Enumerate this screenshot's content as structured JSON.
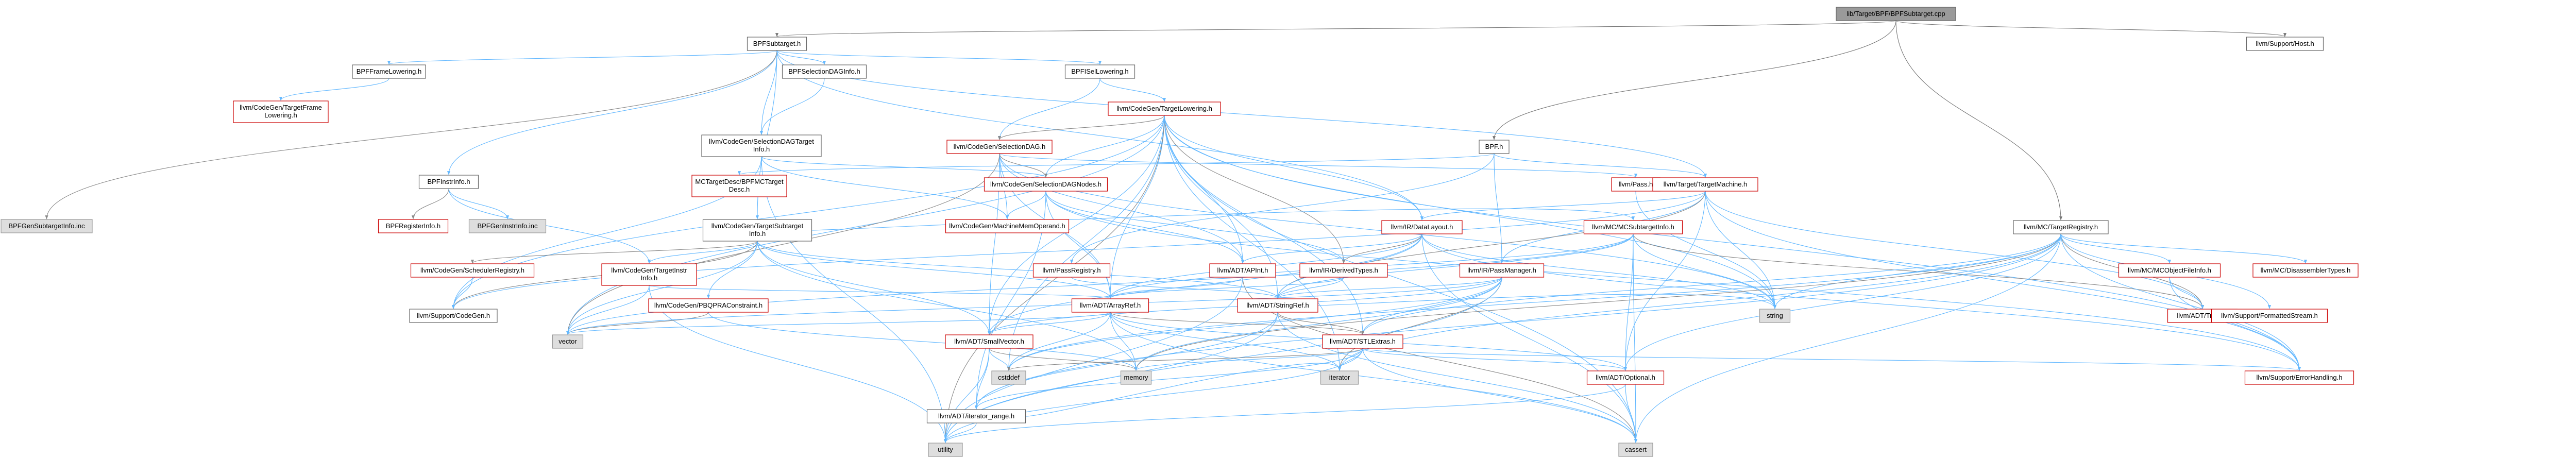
{
  "colors": {
    "root_fill": "#9a9a9a",
    "root_stroke": "#666666",
    "normal_fill": "#ffffff",
    "normal_stroke": "#666666",
    "red_stroke": "#cc0000",
    "gray_fill": "#dedede",
    "gray_stroke": "#999999",
    "edge": "#63b8ff",
    "edge_alt": "#8a8a8a",
    "edge_root": "#777777"
  },
  "nodes": [
    {
      "id": "root",
      "label": "lib/Target/BPF/BPFSubtarget.cpp",
      "style": "root"
    },
    {
      "id": "bpfsubtarget_h",
      "label": "BPFSubtarget.h",
      "style": "normal"
    },
    {
      "id": "bpf_h",
      "label": "BPF.h",
      "style": "normal"
    },
    {
      "id": "host_h",
      "label": "llvm/Support/Host.h",
      "style": "normal"
    },
    {
      "id": "framelowering",
      "label": "BPFFrameLowering.h",
      "style": "normal"
    },
    {
      "id": "seldaginfo",
      "label": "BPFSelectionDAGInfo.h",
      "style": "normal"
    },
    {
      "id": "isellowering",
      "label": "BPFISelLowering.h",
      "style": "normal"
    },
    {
      "id": "cg_tfl",
      "label": "llvm/CodeGen/TargetFrame\nLowering.h",
      "style": "red"
    },
    {
      "id": "cg_tli",
      "label": "llvm/CodeGen/TargetLowering.h",
      "style": "red"
    },
    {
      "id": "cg_seldagti",
      "label": "llvm/CodeGen/SelectionDAGTarget\nInfo.h",
      "style": "normal"
    },
    {
      "id": "cg_seldag",
      "label": "llvm/CodeGen/SelectionDAG.h",
      "style": "red"
    },
    {
      "id": "instrinfo",
      "label": "BPFInstrInfo.h",
      "style": "normal"
    },
    {
      "id": "mc_desc",
      "label": "MCTargetDesc/BPFMCTarget\nDesc.h",
      "style": "red"
    },
    {
      "id": "cg_seldagnodes",
      "label": "llvm/CodeGen/SelectionDAGNodes.h",
      "style": "red"
    },
    {
      "id": "cg_tsi",
      "label": "llvm/CodeGen/TargetSubtarget\nInfo.h",
      "style": "normal"
    },
    {
      "id": "regsinfo",
      "label": "BPFRegisterInfo.h",
      "style": "red"
    },
    {
      "id": "geninstrinfo",
      "label": "BPFGenInstrInfo.inc",
      "style": "gray"
    },
    {
      "id": "gensubtargetinfo",
      "label": "BPFGenSubtargetInfo.inc",
      "style": "gray"
    },
    {
      "id": "cg_mo",
      "label": "llvm/CodeGen/MachineMemOperand.h",
      "style": "red"
    },
    {
      "id": "cg_sched",
      "label": "llvm/CodeGen/SchedulerRegistry.h",
      "style": "red"
    },
    {
      "id": "cg_tii",
      "label": "llvm/CodeGen/TargetInstr\nInfo.h",
      "style": "red"
    },
    {
      "id": "cg_pbqp",
      "label": "llvm/CodeGen/PBQPRAConstraint.h",
      "style": "red"
    },
    {
      "id": "sup_codegen",
      "label": "llvm/Support/CodeGen.h",
      "style": "normal"
    },
    {
      "id": "pass_h",
      "label": "llvm/Pass.h",
      "style": "red"
    },
    {
      "id": "tm_h",
      "label": "llvm/Target/TargetMachine.h",
      "style": "red"
    },
    {
      "id": "ir_dl",
      "label": "llvm/IR/DataLayout.h",
      "style": "red"
    },
    {
      "id": "pass_reg",
      "label": "llvm/PassRegistry.h",
      "style": "red"
    },
    {
      "id": "adt_apint",
      "label": "llvm/ADT/APInt.h",
      "style": "red"
    },
    {
      "id": "ir_derived",
      "label": "llvm/IR/DerivedTypes.h",
      "style": "red"
    },
    {
      "id": "ir_pm",
      "label": "llvm/IR/PassManager.h",
      "style": "red"
    },
    {
      "id": "mc_sti",
      "label": "llvm/MC/MCSubtargetInfo.h",
      "style": "red"
    },
    {
      "id": "mc_treg",
      "label": "llvm/MC/TargetRegistry.h",
      "style": "normal"
    },
    {
      "id": "adt_arrayref",
      "label": "llvm/ADT/ArrayRef.h",
      "style": "red"
    },
    {
      "id": "adt_stringref",
      "label": "llvm/ADT/StringRef.h",
      "style": "red"
    },
    {
      "id": "mc_objfh",
      "label": "llvm/MC/MCObjectFileInfo.h",
      "style": "red"
    },
    {
      "id": "mc_disasm",
      "label": "llvm/MC/DisassemblerTypes.h",
      "style": "red"
    },
    {
      "id": "adt_triple",
      "label": "llvm/ADT/Triple.h",
      "style": "red"
    },
    {
      "id": "sup_fstream",
      "label": "llvm/Support/FormattedStream.h",
      "style": "red"
    },
    {
      "id": "adt_smallvec",
      "label": "llvm/ADT/SmallVector.h",
      "style": "red"
    },
    {
      "id": "adt_stlextras",
      "label": "llvm/ADT/STLExtras.h",
      "style": "red"
    },
    {
      "id": "vector",
      "label": "vector",
      "style": "gray"
    },
    {
      "id": "string",
      "label": "string",
      "style": "gray"
    },
    {
      "id": "adt_iter",
      "label": "llvm/ADT/iterator_range.h",
      "style": "normal"
    },
    {
      "id": "cstddef",
      "label": "cstddef",
      "style": "gray"
    },
    {
      "id": "memory",
      "label": "memory",
      "style": "gray"
    },
    {
      "id": "iterator",
      "label": "iterator",
      "style": "gray"
    },
    {
      "id": "adt_optional",
      "label": "llvm/ADT/Optional.h",
      "style": "red"
    },
    {
      "id": "sup_err",
      "label": "llvm/Support/ErrorHandling.h",
      "style": "red"
    },
    {
      "id": "utility",
      "label": "utility",
      "style": "gray"
    },
    {
      "id": "cassert",
      "label": "cassert",
      "style": "gray"
    }
  ],
  "edges": [
    [
      "root",
      "bpfsubtarget_h"
    ],
    [
      "root",
      "bpf_h"
    ],
    [
      "root",
      "host_h"
    ],
    [
      "root",
      "mc_treg"
    ],
    [
      "bpfsubtarget_h",
      "framelowering"
    ],
    [
      "bpfsubtarget_h",
      "seldaginfo"
    ],
    [
      "bpfsubtarget_h",
      "isellowering"
    ],
    [
      "bpfsubtarget_h",
      "instrinfo"
    ],
    [
      "bpfsubtarget_h",
      "cg_seldagti"
    ],
    [
      "bpfsubtarget_h",
      "cg_tsi"
    ],
    [
      "bpfsubtarget_h",
      "gensubtargetinfo"
    ],
    [
      "bpfsubtarget_h",
      "ir_dl"
    ],
    [
      "bpfsubtarget_h",
      "tm_h"
    ],
    [
      "framelowering",
      "cg_tfl"
    ],
    [
      "seldaginfo",
      "cg_seldagti"
    ],
    [
      "isellowering",
      "cg_tli"
    ],
    [
      "isellowering",
      "cg_seldag"
    ],
    [
      "cg_tli",
      "cg_seldag"
    ],
    [
      "cg_tli",
      "cg_seldagnodes"
    ],
    [
      "cg_tli",
      "adt_arrayref"
    ],
    [
      "cg_tli",
      "adt_smallvec"
    ],
    [
      "cg_tli",
      "adt_stlextras"
    ],
    [
      "cg_tli",
      "adt_stringref"
    ],
    [
      "cg_tli",
      "ir_dl"
    ],
    [
      "cg_tli",
      "ir_derived"
    ],
    [
      "cg_tli",
      "sup_codegen"
    ],
    [
      "cg_tli",
      "sup_err"
    ],
    [
      "cg_tli",
      "string"
    ],
    [
      "cg_tli",
      "vector"
    ],
    [
      "cg_tli",
      "cstddef"
    ],
    [
      "cg_tli",
      "iterator"
    ],
    [
      "cg_tli",
      "utility"
    ],
    [
      "cg_tli",
      "cassert"
    ],
    [
      "cg_tli",
      "adt_apint"
    ],
    [
      "cg_seldagti",
      "cg_seldagnodes"
    ],
    [
      "cg_seldagti",
      "sup_codegen"
    ],
    [
      "cg_seldagti",
      "utility"
    ],
    [
      "cg_seldagti",
      "cg_mo"
    ],
    [
      "cg_seldag",
      "cg_seldagnodes"
    ],
    [
      "cg_seldag",
      "adt_arrayref"
    ],
    [
      "cg_seldag",
      "pass_h"
    ],
    [
      "cg_seldag",
      "adt_apint"
    ],
    [
      "cg_seldag",
      "cg_mo"
    ],
    [
      "cg_seldag",
      "adt_smallvec"
    ],
    [
      "cg_seldag",
      "string"
    ],
    [
      "cg_seldag",
      "vector"
    ],
    [
      "cg_seldagnodes",
      "cg_mo"
    ],
    [
      "cg_seldagnodes",
      "adt_apint"
    ],
    [
      "cg_seldagnodes",
      "adt_arrayref"
    ],
    [
      "cg_seldagnodes",
      "ir_derived"
    ],
    [
      "cg_seldagnodes",
      "adt_iter"
    ],
    [
      "cg_seldagnodes",
      "sup_err"
    ],
    [
      "instrinfo",
      "regsinfo"
    ],
    [
      "instrinfo",
      "geninstrinfo"
    ],
    [
      "instrinfo",
      "cg_tii"
    ],
    [
      "bpf_h",
      "mc_desc"
    ],
    [
      "bpf_h",
      "tm_h"
    ],
    [
      "bpf_h",
      "ir_pm"
    ],
    [
      "bpf_h",
      "pass_reg"
    ],
    [
      "cg_tsi",
      "cg_sched"
    ],
    [
      "cg_tsi",
      "cg_tii"
    ],
    [
      "cg_tsi",
      "cg_pbqp"
    ],
    [
      "cg_tsi",
      "adt_arrayref"
    ],
    [
      "cg_tsi",
      "adt_smallvec"
    ],
    [
      "cg_tsi",
      "adt_stringref"
    ],
    [
      "cg_tsi",
      "mc_sti"
    ],
    [
      "cg_tsi",
      "sup_codegen"
    ],
    [
      "cg_tsi",
      "memory"
    ],
    [
      "cg_tsi",
      "vector"
    ],
    [
      "cg_sched",
      "sup_codegen"
    ],
    [
      "cg_tii",
      "adt_arrayref"
    ],
    [
      "cg_tii",
      "vector"
    ],
    [
      "cg_tii",
      "utility"
    ],
    [
      "cg_pbqp",
      "vector"
    ],
    [
      "cg_pbqp",
      "memory"
    ],
    [
      "pass_h",
      "string"
    ],
    [
      "tm_h",
      "ir_dl"
    ],
    [
      "tm_h",
      "ir_pm"
    ],
    [
      "tm_h",
      "sup_codegen"
    ],
    [
      "tm_h",
      "adt_optional"
    ],
    [
      "tm_h",
      "adt_stringref"
    ],
    [
      "tm_h",
      "string"
    ],
    [
      "tm_h",
      "sup_err"
    ],
    [
      "tm_h",
      "adt_triple"
    ],
    [
      "ir_dl",
      "adt_apint"
    ],
    [
      "ir_dl",
      "adt_arrayref"
    ],
    [
      "ir_dl",
      "adt_stringref"
    ],
    [
      "ir_dl",
      "ir_derived"
    ],
    [
      "ir_dl",
      "sup_err"
    ],
    [
      "ir_dl",
      "string"
    ],
    [
      "ir_dl",
      "cassert"
    ],
    [
      "ir_dl",
      "adt_smallvec"
    ],
    [
      "pass_reg",
      "adt_stringref"
    ],
    [
      "adt_apint",
      "adt_arrayref"
    ],
    [
      "adt_apint",
      "cassert"
    ],
    [
      "adt_apint",
      "utility"
    ],
    [
      "ir_derived",
      "adt_arrayref"
    ],
    [
      "ir_derived",
      "adt_stringref"
    ],
    [
      "ir_pm",
      "adt_smallvec"
    ],
    [
      "ir_pm",
      "adt_stlextras"
    ],
    [
      "ir_pm",
      "adt_stringref"
    ],
    [
      "ir_pm",
      "iterator"
    ],
    [
      "ir_pm",
      "memory"
    ],
    [
      "ir_pm",
      "vector"
    ],
    [
      "ir_pm",
      "utility"
    ],
    [
      "ir_pm",
      "cstddef"
    ],
    [
      "mc_sti",
      "adt_arrayref"
    ],
    [
      "mc_sti",
      "adt_stringref"
    ],
    [
      "mc_sti",
      "adt_triple"
    ],
    [
      "mc_sti",
      "adt_optional"
    ],
    [
      "mc_sti",
      "string"
    ],
    [
      "mc_sti",
      "vector"
    ],
    [
      "mc_sti",
      "cassert"
    ],
    [
      "mc_treg",
      "mc_objfh"
    ],
    [
      "mc_treg",
      "mc_disasm"
    ],
    [
      "mc_treg",
      "adt_triple"
    ],
    [
      "mc_treg",
      "sup_fstream"
    ],
    [
      "mc_treg",
      "sup_err"
    ],
    [
      "mc_treg",
      "adt_stlextras"
    ],
    [
      "mc_treg",
      "adt_iter"
    ],
    [
      "mc_treg",
      "adt_optional"
    ],
    [
      "mc_treg",
      "string"
    ],
    [
      "mc_treg",
      "memory"
    ],
    [
      "mc_treg",
      "iterator"
    ],
    [
      "mc_treg",
      "cstddef"
    ],
    [
      "mc_treg",
      "cassert"
    ],
    [
      "mc_objfh",
      "adt_triple"
    ],
    [
      "mc_objfh",
      "sup_err"
    ],
    [
      "adt_arrayref",
      "adt_smallvec"
    ],
    [
      "adt_arrayref",
      "adt_stlextras"
    ],
    [
      "adt_arrayref",
      "adt_optional"
    ],
    [
      "adt_arrayref",
      "vector"
    ],
    [
      "adt_arrayref",
      "memory"
    ],
    [
      "adt_arrayref",
      "iterator"
    ],
    [
      "adt_arrayref",
      "cstddef"
    ],
    [
      "adt_arrayref",
      "cassert"
    ],
    [
      "adt_stringref",
      "adt_stlextras"
    ],
    [
      "adt_stringref",
      "adt_iter"
    ],
    [
      "adt_stringref",
      "string"
    ],
    [
      "adt_stringref",
      "utility"
    ],
    [
      "adt_stringref",
      "cassert"
    ],
    [
      "adt_smallvec",
      "adt_iter"
    ],
    [
      "adt_smallvec",
      "cstddef"
    ],
    [
      "adt_smallvec",
      "memory"
    ],
    [
      "adt_smallvec",
      "utility"
    ],
    [
      "adt_stlextras",
      "adt_optional"
    ],
    [
      "adt_stlextras",
      "adt_iter"
    ],
    [
      "adt_stlextras",
      "sup_err"
    ],
    [
      "adt_stlextras",
      "iterator"
    ],
    [
      "adt_stlextras",
      "memory"
    ],
    [
      "adt_stlextras",
      "cstddef"
    ],
    [
      "adt_stlextras",
      "cassert"
    ],
    [
      "adt_stlextras",
      "utility"
    ],
    [
      "adt_iter",
      "utility"
    ],
    [
      "adt_iter",
      "iterator"
    ],
    [
      "adt_optional",
      "utility"
    ],
    [
      "adt_optional",
      "cassert"
    ]
  ]
}
